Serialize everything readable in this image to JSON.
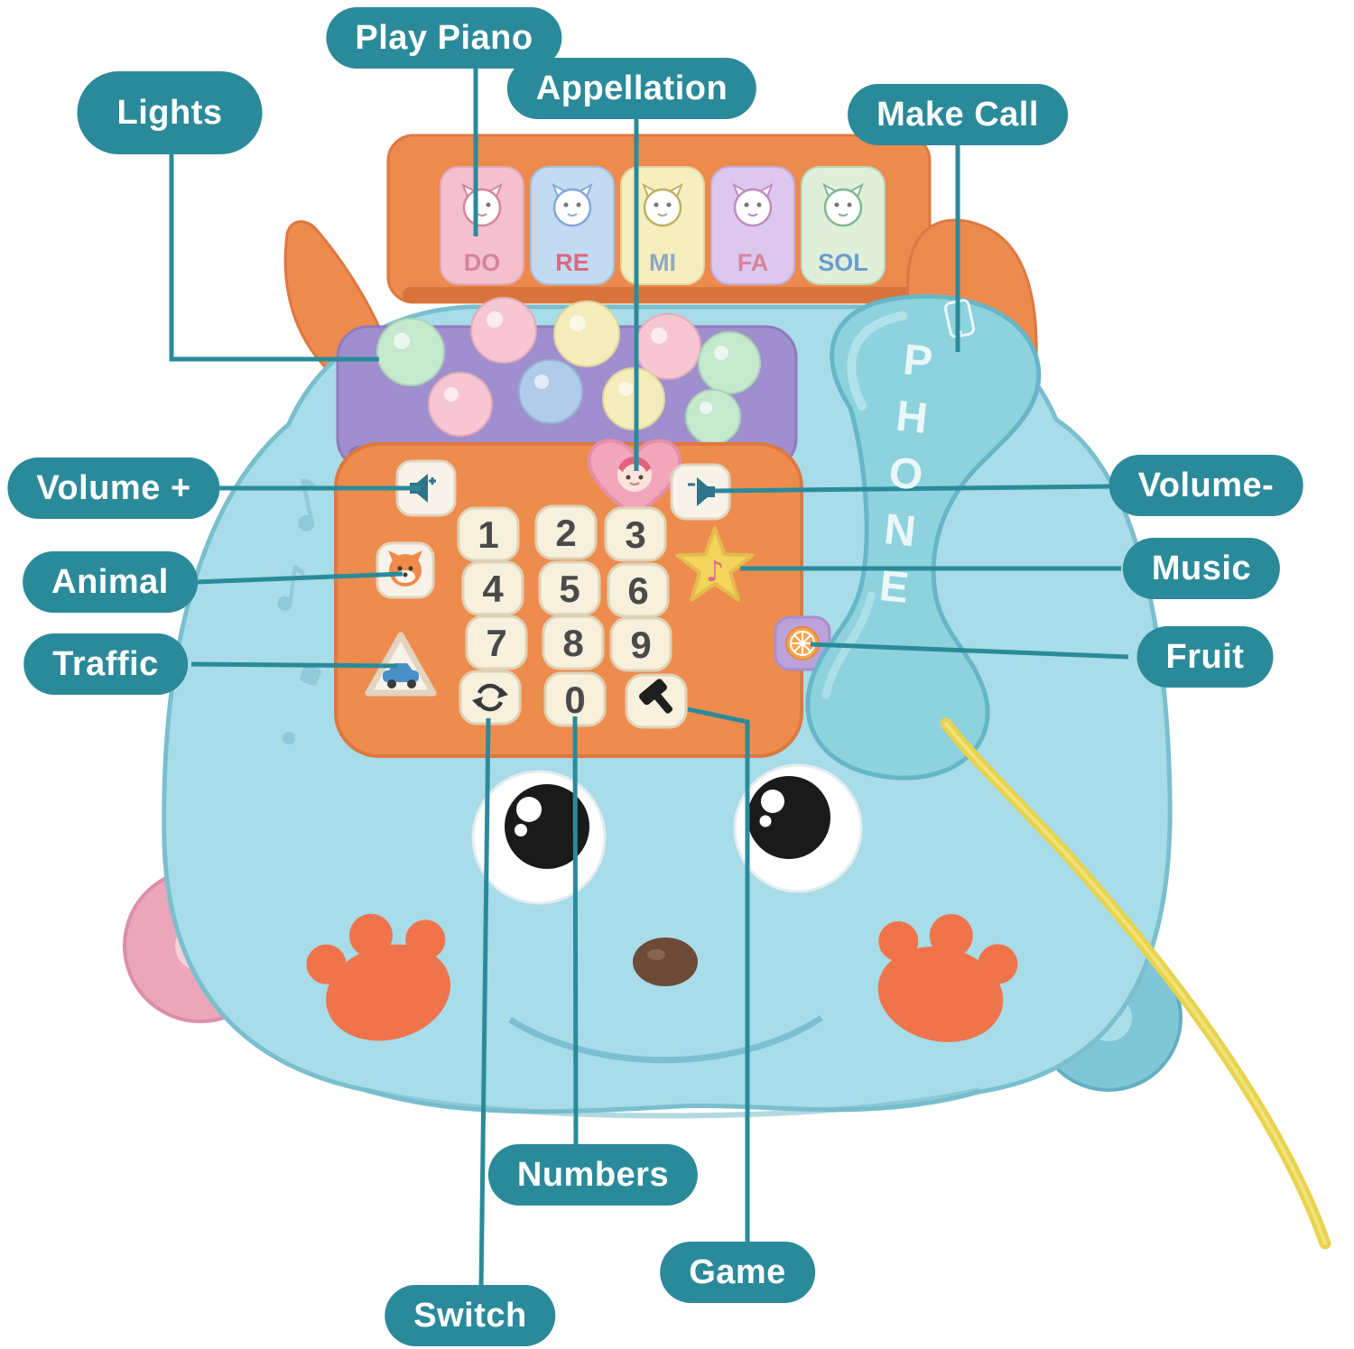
{
  "annotations": {
    "labels": [
      {
        "id": "lights",
        "text": "Lights"
      },
      {
        "id": "play-piano",
        "text": "Play Piano"
      },
      {
        "id": "appellation",
        "text": "Appellation"
      },
      {
        "id": "make-call",
        "text": "Make Call"
      },
      {
        "id": "volume-plus",
        "text": "Volume +"
      },
      {
        "id": "animal",
        "text": "Animal"
      },
      {
        "id": "traffic",
        "text": "Traffic"
      },
      {
        "id": "volume-minus",
        "text": "Volume-"
      },
      {
        "id": "music",
        "text": "Music"
      },
      {
        "id": "fruit",
        "text": "Fruit"
      },
      {
        "id": "numbers",
        "text": "Numbers"
      },
      {
        "id": "switch",
        "text": "Switch"
      },
      {
        "id": "game",
        "text": "Game"
      }
    ]
  },
  "toy": {
    "piano_keys": [
      {
        "label": "DO"
      },
      {
        "label": "RE"
      },
      {
        "label": "MI"
      },
      {
        "label": "FA"
      },
      {
        "label": "SOL"
      }
    ],
    "handset_text": "PHONE",
    "keypad_numbers": [
      "1",
      "2",
      "3",
      "4",
      "5",
      "6",
      "7",
      "8",
      "9",
      "0"
    ],
    "music_note_glyph": "♪"
  },
  "colors": {
    "label_background": "#2B8A9A",
    "leader_line": "#2B8A9A",
    "body_blue": "#A7DCE8",
    "panel_orange": "#ED8A4D",
    "tray_purple": "#A08FCE",
    "handset_blue": "#8ED2DE",
    "pull_string_yellow": "#E7D34F",
    "paw_print_orange": "#F0744B",
    "key_cream": "#F6F0DC"
  }
}
